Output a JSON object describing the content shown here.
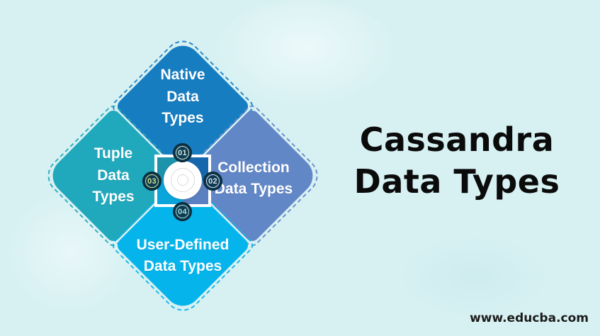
{
  "title": {
    "line1": "Cassandra",
    "line2": "Data Types"
  },
  "footer": {
    "website": "www.educba.com"
  },
  "diagram": {
    "center_icon": "concentric-circles",
    "nodes": [
      {
        "id": "native",
        "position": "top",
        "label": "Native\nData\nTypes",
        "badge": "01",
        "color": "#177dc1",
        "inner_color": "#1567ad",
        "badge_ring": "#cfe8db"
      },
      {
        "id": "collection",
        "position": "right",
        "label": "Collection\nData Types",
        "badge": "02",
        "color": "#6287c7",
        "inner_color": "#5b7fc0",
        "badge_ring": "#d8e2f2"
      },
      {
        "id": "tuple",
        "position": "left",
        "label": "Tuple\nData\nTypes",
        "badge": "03",
        "color": "#20a8bc",
        "inner_color": "#1d93ab",
        "badge_ring": "#cbe293"
      },
      {
        "id": "user_defined",
        "position": "bottom",
        "label": "User-Defined\nData Types",
        "badge": "04",
        "color": "#06b4ec",
        "inner_color": "#0aa5da",
        "badge_ring": "#9fe0e2"
      }
    ]
  },
  "colors": {
    "background": "#d7f1f3",
    "title_text": "#0b0b0b",
    "footer_text": "#1c1c1a",
    "label_text": "#ffffff",
    "badge_bg": "#0f3a50",
    "badge_border": "#0a2a3b",
    "center_square_border": "#ffffff",
    "center_circle": "#ffffff",
    "ring_line": "#d8dadc"
  }
}
